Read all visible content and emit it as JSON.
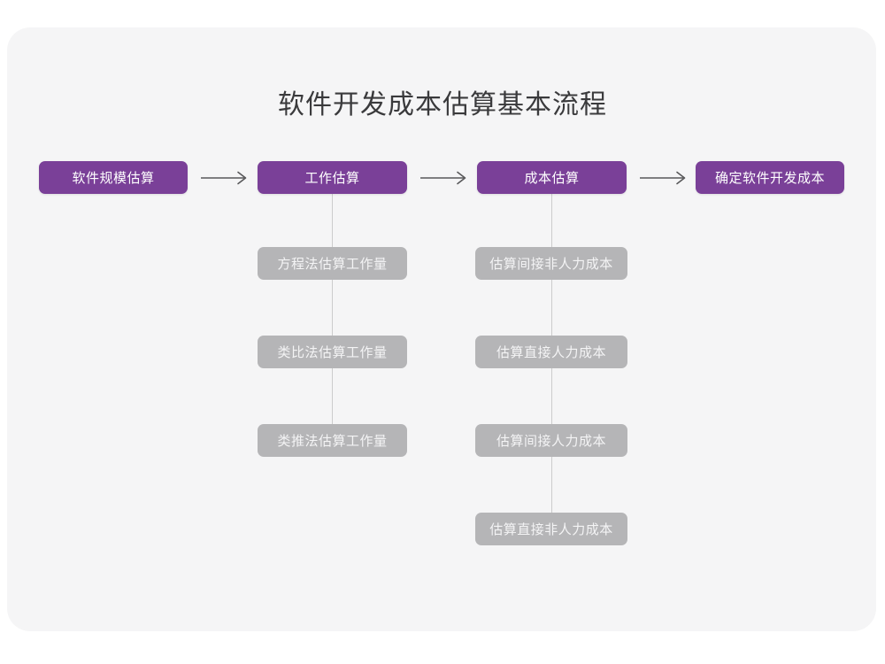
{
  "diagram": {
    "title": "软件开发成本估算基本流程",
    "type": "flowchart",
    "colors": {
      "page_background": "#ffffff",
      "card_background": "#f5f5f6",
      "primary_node": "#7a4098",
      "primary_node_text": "#ffffff",
      "secondary_node": "#b5b5b7",
      "secondary_node_text": "#f4f4f5",
      "connector": "#cccccc",
      "arrow": "#58585a",
      "title_text": "#3a3a3c"
    },
    "stages": [
      {
        "id": "stage-1",
        "label": "软件规模估算",
        "level": "primary",
        "substeps": []
      },
      {
        "id": "stage-2",
        "label": "工作估算",
        "level": "primary",
        "substeps": [
          {
            "id": "stage-2-sub-1",
            "label": "方程法估算工作量"
          },
          {
            "id": "stage-2-sub-2",
            "label": "类比法估算工作量"
          },
          {
            "id": "stage-2-sub-3",
            "label": "类推法估算工作量"
          }
        ]
      },
      {
        "id": "stage-3",
        "label": "成本估算",
        "level": "primary",
        "substeps": [
          {
            "id": "stage-3-sub-1",
            "label": "估算间接非人力成本"
          },
          {
            "id": "stage-3-sub-2",
            "label": "估算直接人力成本"
          },
          {
            "id": "stage-3-sub-3",
            "label": "估算间接人力成本"
          },
          {
            "id": "stage-3-sub-4",
            "label": "估算直接非人力成本"
          }
        ]
      },
      {
        "id": "stage-4",
        "label": "确定软件开发成本",
        "level": "primary",
        "substeps": []
      }
    ],
    "arrows": [
      {
        "id": "arrow-1",
        "glyph": "long-right-arrow-icon",
        "from": "stage-1",
        "to": "stage-2"
      },
      {
        "id": "arrow-2",
        "glyph": "long-right-arrow-icon",
        "from": "stage-2",
        "to": "stage-3"
      },
      {
        "id": "arrow-3",
        "glyph": "long-right-arrow-icon",
        "from": "stage-3",
        "to": "stage-4"
      }
    ]
  }
}
